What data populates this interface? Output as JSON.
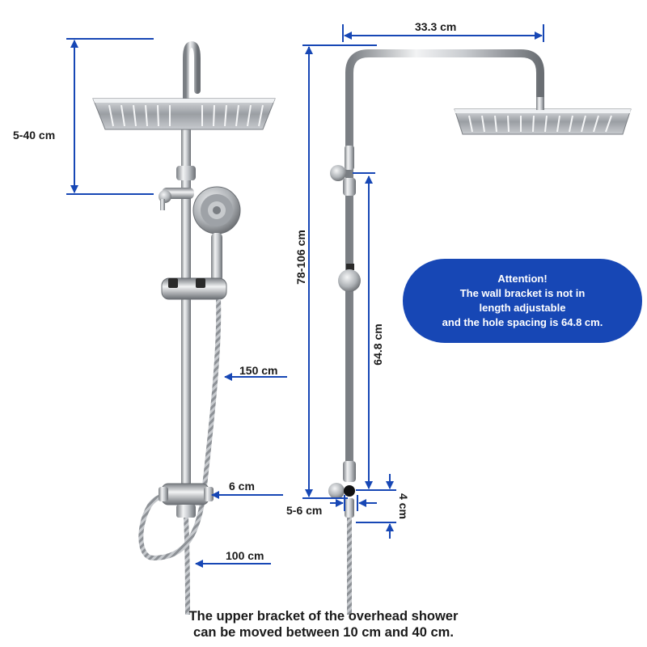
{
  "labels": {
    "upper_bracket_range": "5-40 cm",
    "hose_length": "150 cm",
    "mixer_width": "6 cm",
    "loop_hose_length": "100 cm",
    "arm_length": "33.3 cm",
    "total_height": "78-106 cm",
    "hole_spacing": "64.8 cm",
    "small_offset": "5-6 cm",
    "bracket_height": "4 cm"
  },
  "callout": {
    "title": "Attention!",
    "line1": "The wall bracket is not in",
    "line2": "length adjustable",
    "line3": "and the hole spacing is 64.8 cm."
  },
  "caption": {
    "line1": "The upper bracket of the overhead shower",
    "line2": "can be moved between 10 cm and 40 cm."
  },
  "colors": {
    "dimension_blue": "#1747b5",
    "chrome_dark": "#6f7378",
    "chrome_light": "#e6e8ea"
  }
}
